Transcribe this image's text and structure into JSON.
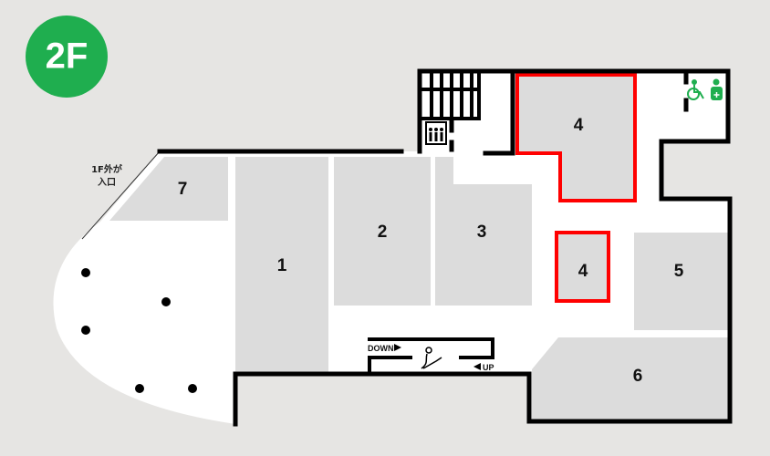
{
  "floor": {
    "label": "2F",
    "badge_color": "#1fae4f"
  },
  "entrance": {
    "line1": "1F外が",
    "line2": "入口"
  },
  "rooms": [
    {
      "id": "1",
      "label": "1"
    },
    {
      "id": "2",
      "label": "2"
    },
    {
      "id": "3",
      "label": "3"
    },
    {
      "id": "4a",
      "label": "4",
      "highlighted": true
    },
    {
      "id": "4b",
      "label": "4",
      "highlighted": true
    },
    {
      "id": "5",
      "label": "5"
    },
    {
      "id": "6",
      "label": "6"
    },
    {
      "id": "7",
      "label": "7"
    }
  ],
  "escalator": {
    "down_label": "DOWN",
    "up_label": "UP"
  },
  "icons": [
    "elevator-icon",
    "stairs-icon",
    "escalator-icon",
    "wheelchair-icon",
    "multipurpose-toilet-icon"
  ],
  "colors": {
    "highlight": "#ff0000",
    "room": "#dcdcdc",
    "background": "#e6e5e3",
    "accessibility": "#1fae4f"
  }
}
